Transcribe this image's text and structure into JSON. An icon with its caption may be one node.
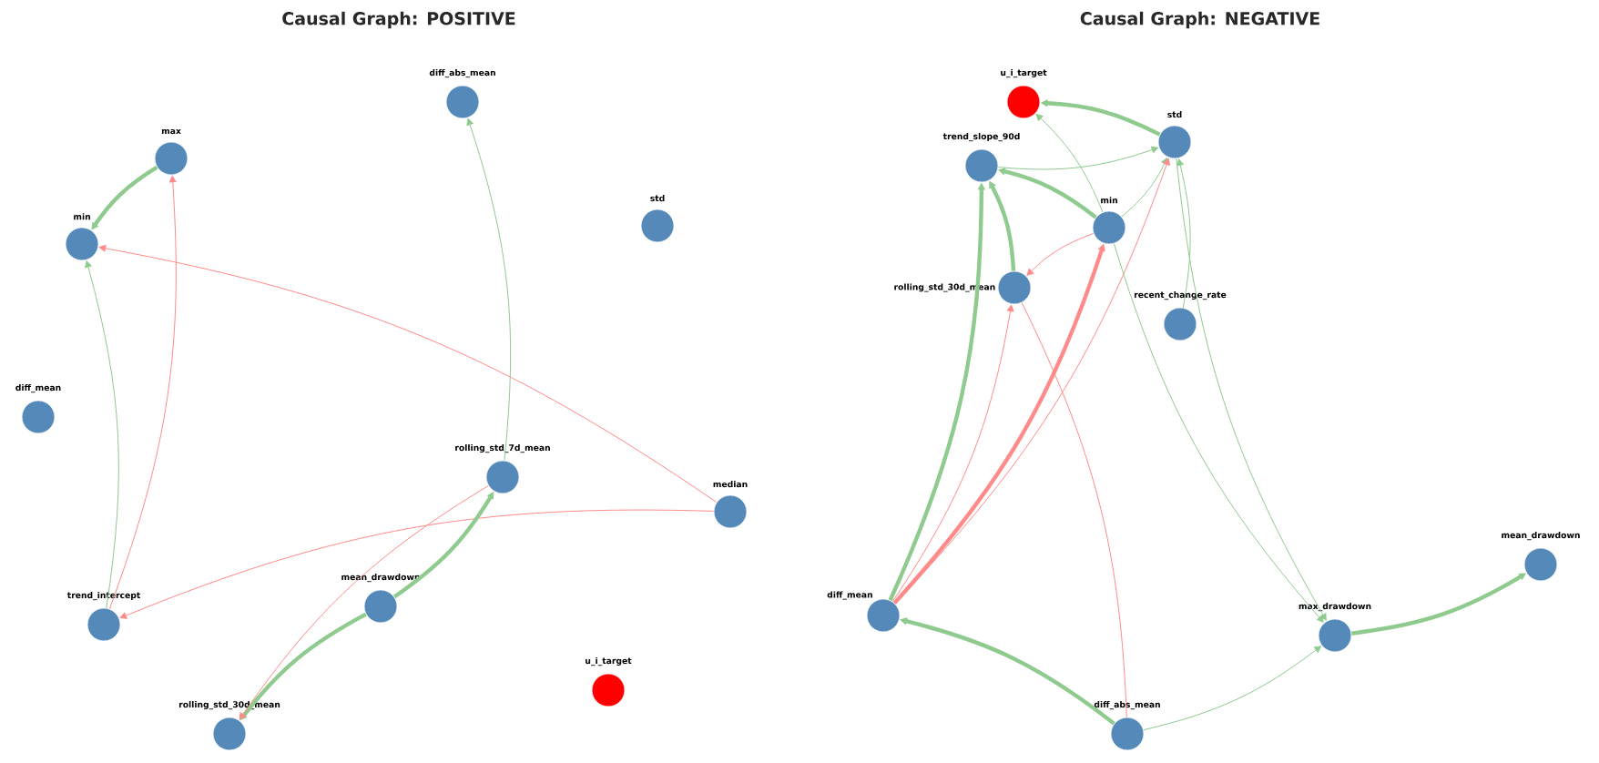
{
  "diagram": {
    "nodes": [
      {
        "text": [
          "diff_abs_mean"
        ]
      },
      {
        "text": [
          "max"
        ]
      },
      {
        "text": [
          "min"
        ]
      },
      {
        "text": [
          "std"
        ]
      },
      {
        "text": [
          "diff_mean"
        ]
      },
      {
        "text": [
          "rolling_std_7d_mean"
        ]
      },
      {
        "text": [
          "median"
        ]
      },
      {
        "text": [
          "trend_intercept"
        ]
      },
      {
        "text": [
          "mean_drawdown"
        ]
      },
      {
        "text": [
          "u_i_target"
        ]
      },
      {
        "text": [
          "rolling_std_30d_mean"
        ]
      },
      {
        "text": [
          "u_i_target"
        ]
      },
      {
        "text": [
          "std"
        ]
      },
      {
        "text": [
          "trend_slope_90d"
        ]
      },
      {
        "text": [
          "min"
        ]
      },
      {
        "text": [
          "rolling_std_30d_mean"
        ]
      },
      {
        "text": [
          "recent_change_rate"
        ]
      },
      {
        "text": [
          "mean_drawdown"
        ]
      },
      {
        "text": [
          "diff_mean"
        ]
      },
      {
        "text": [
          "max_drawdown"
        ]
      },
      {
        "text": [
          "diff_abs_mean"
        ]
      }
    ],
    "edges": [
      {
        "from": 1,
        "to": 2,
        "arrow": "to",
        "style": "thick"
      },
      {
        "from": 7,
        "to": 2,
        "arrow": "to"
      },
      {
        "from": 7,
        "to": 1,
        "arrow": "to",
        "color": "#ff8a8a"
      },
      {
        "from": 6,
        "to": 2,
        "arrow": "to",
        "color": "#ff8a8a"
      },
      {
        "from": 6,
        "to": 7,
        "arrow": "to",
        "color": "#ff8a8a"
      },
      {
        "from": 5,
        "to": 0,
        "arrow": "to"
      },
      {
        "from": 8,
        "to": 5,
        "arrow": "to",
        "style": "thick"
      },
      {
        "from": 8,
        "to": 10,
        "arrow": "to",
        "style": "thick"
      },
      {
        "from": 5,
        "to": 10,
        "arrow": "to",
        "color": "#ff8a8a"
      },
      {
        "from": 12,
        "to": 11,
        "arrow": "to",
        "style": "thick"
      },
      {
        "from": 13,
        "to": 12,
        "arrow": "to"
      },
      {
        "from": 14,
        "to": 13,
        "arrow": "to",
        "style": "thick"
      },
      {
        "from": 14,
        "to": 12,
        "arrow": "to"
      },
      {
        "from": 14,
        "to": 15,
        "arrow": "to",
        "color": "#ff8a8a"
      },
      {
        "from": 15,
        "to": 13,
        "arrow": "to",
        "style": "thick"
      },
      {
        "from": 16,
        "to": 12,
        "arrow": "to"
      },
      {
        "from": 18,
        "to": 13,
        "arrow": "to",
        "style": "thick"
      },
      {
        "from": 18,
        "to": 15,
        "arrow": "to",
        "color": "#ff8a8a"
      },
      {
        "from": 18,
        "to": 14,
        "arrow": "to",
        "style": "thick",
        "color": "#ff8a8a"
      },
      {
        "from": 18,
        "to": 12,
        "arrow": "to",
        "color": "#ff8a8a"
      },
      {
        "from": 20,
        "to": 15,
        "arrow": "none",
        "color": "#ff8a8a"
      },
      {
        "from": 14,
        "to": 11,
        "arrow": "to"
      },
      {
        "from": 14,
        "to": 19,
        "arrow": "to"
      },
      {
        "from": 12,
        "to": 19,
        "arrow": "to"
      },
      {
        "from": 20,
        "to": 18,
        "arrow": "to",
        "style": "thick"
      },
      {
        "from": 20,
        "to": 19,
        "arrow": "to"
      },
      {
        "from": 19,
        "to": 17,
        "arrow": "to",
        "style": "thick"
      }
    ],
    "labels": [
      "Causal Graph: POSITIVE",
      "Causal Graph: NEGATIVE"
    ]
  }
}
